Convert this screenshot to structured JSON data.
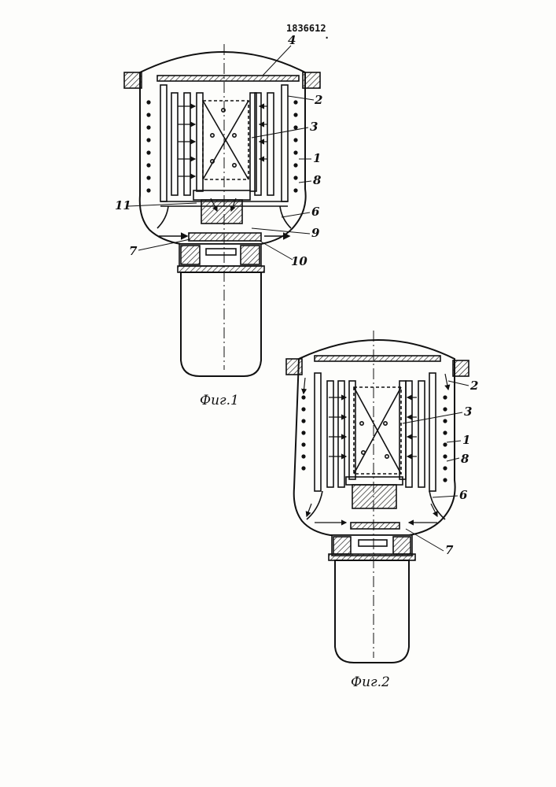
{
  "patent_number": "1836612",
  "figures": [
    {
      "caption": "Фиг.1",
      "labels": [
        "4",
        "2",
        "3",
        "1",
        "8",
        "11",
        "6",
        "9",
        "7",
        "10"
      ]
    },
    {
      "caption": "Фиг.2",
      "labels": [
        "2",
        "3",
        "1",
        "8",
        "6",
        "7"
      ]
    }
  ],
  "colors": {
    "ink": "#111111",
    "paper": "#fdfdfb"
  }
}
